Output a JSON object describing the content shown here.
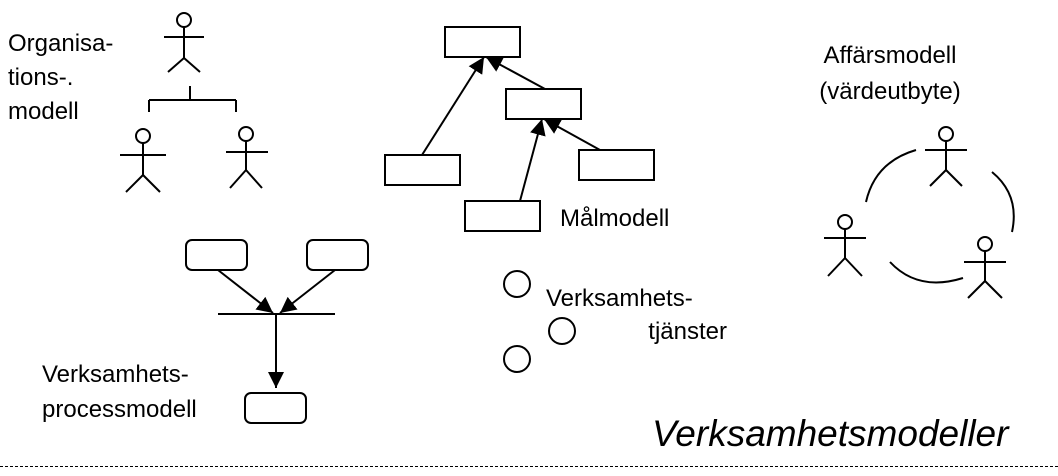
{
  "labels": {
    "org_line1": "Organisa-",
    "org_line2": "tions-.",
    "org_line3": "modell",
    "business_line1": "Affärsmodell",
    "business_line2": "(värdeutbyte)",
    "goal": "Målmodell",
    "services_line1": "Verksamhets-",
    "services_line2": "tjänster",
    "process_line1": "Verksamhets-",
    "process_line2": "processmodell"
  },
  "title": "Verksamhetsmodeller"
}
